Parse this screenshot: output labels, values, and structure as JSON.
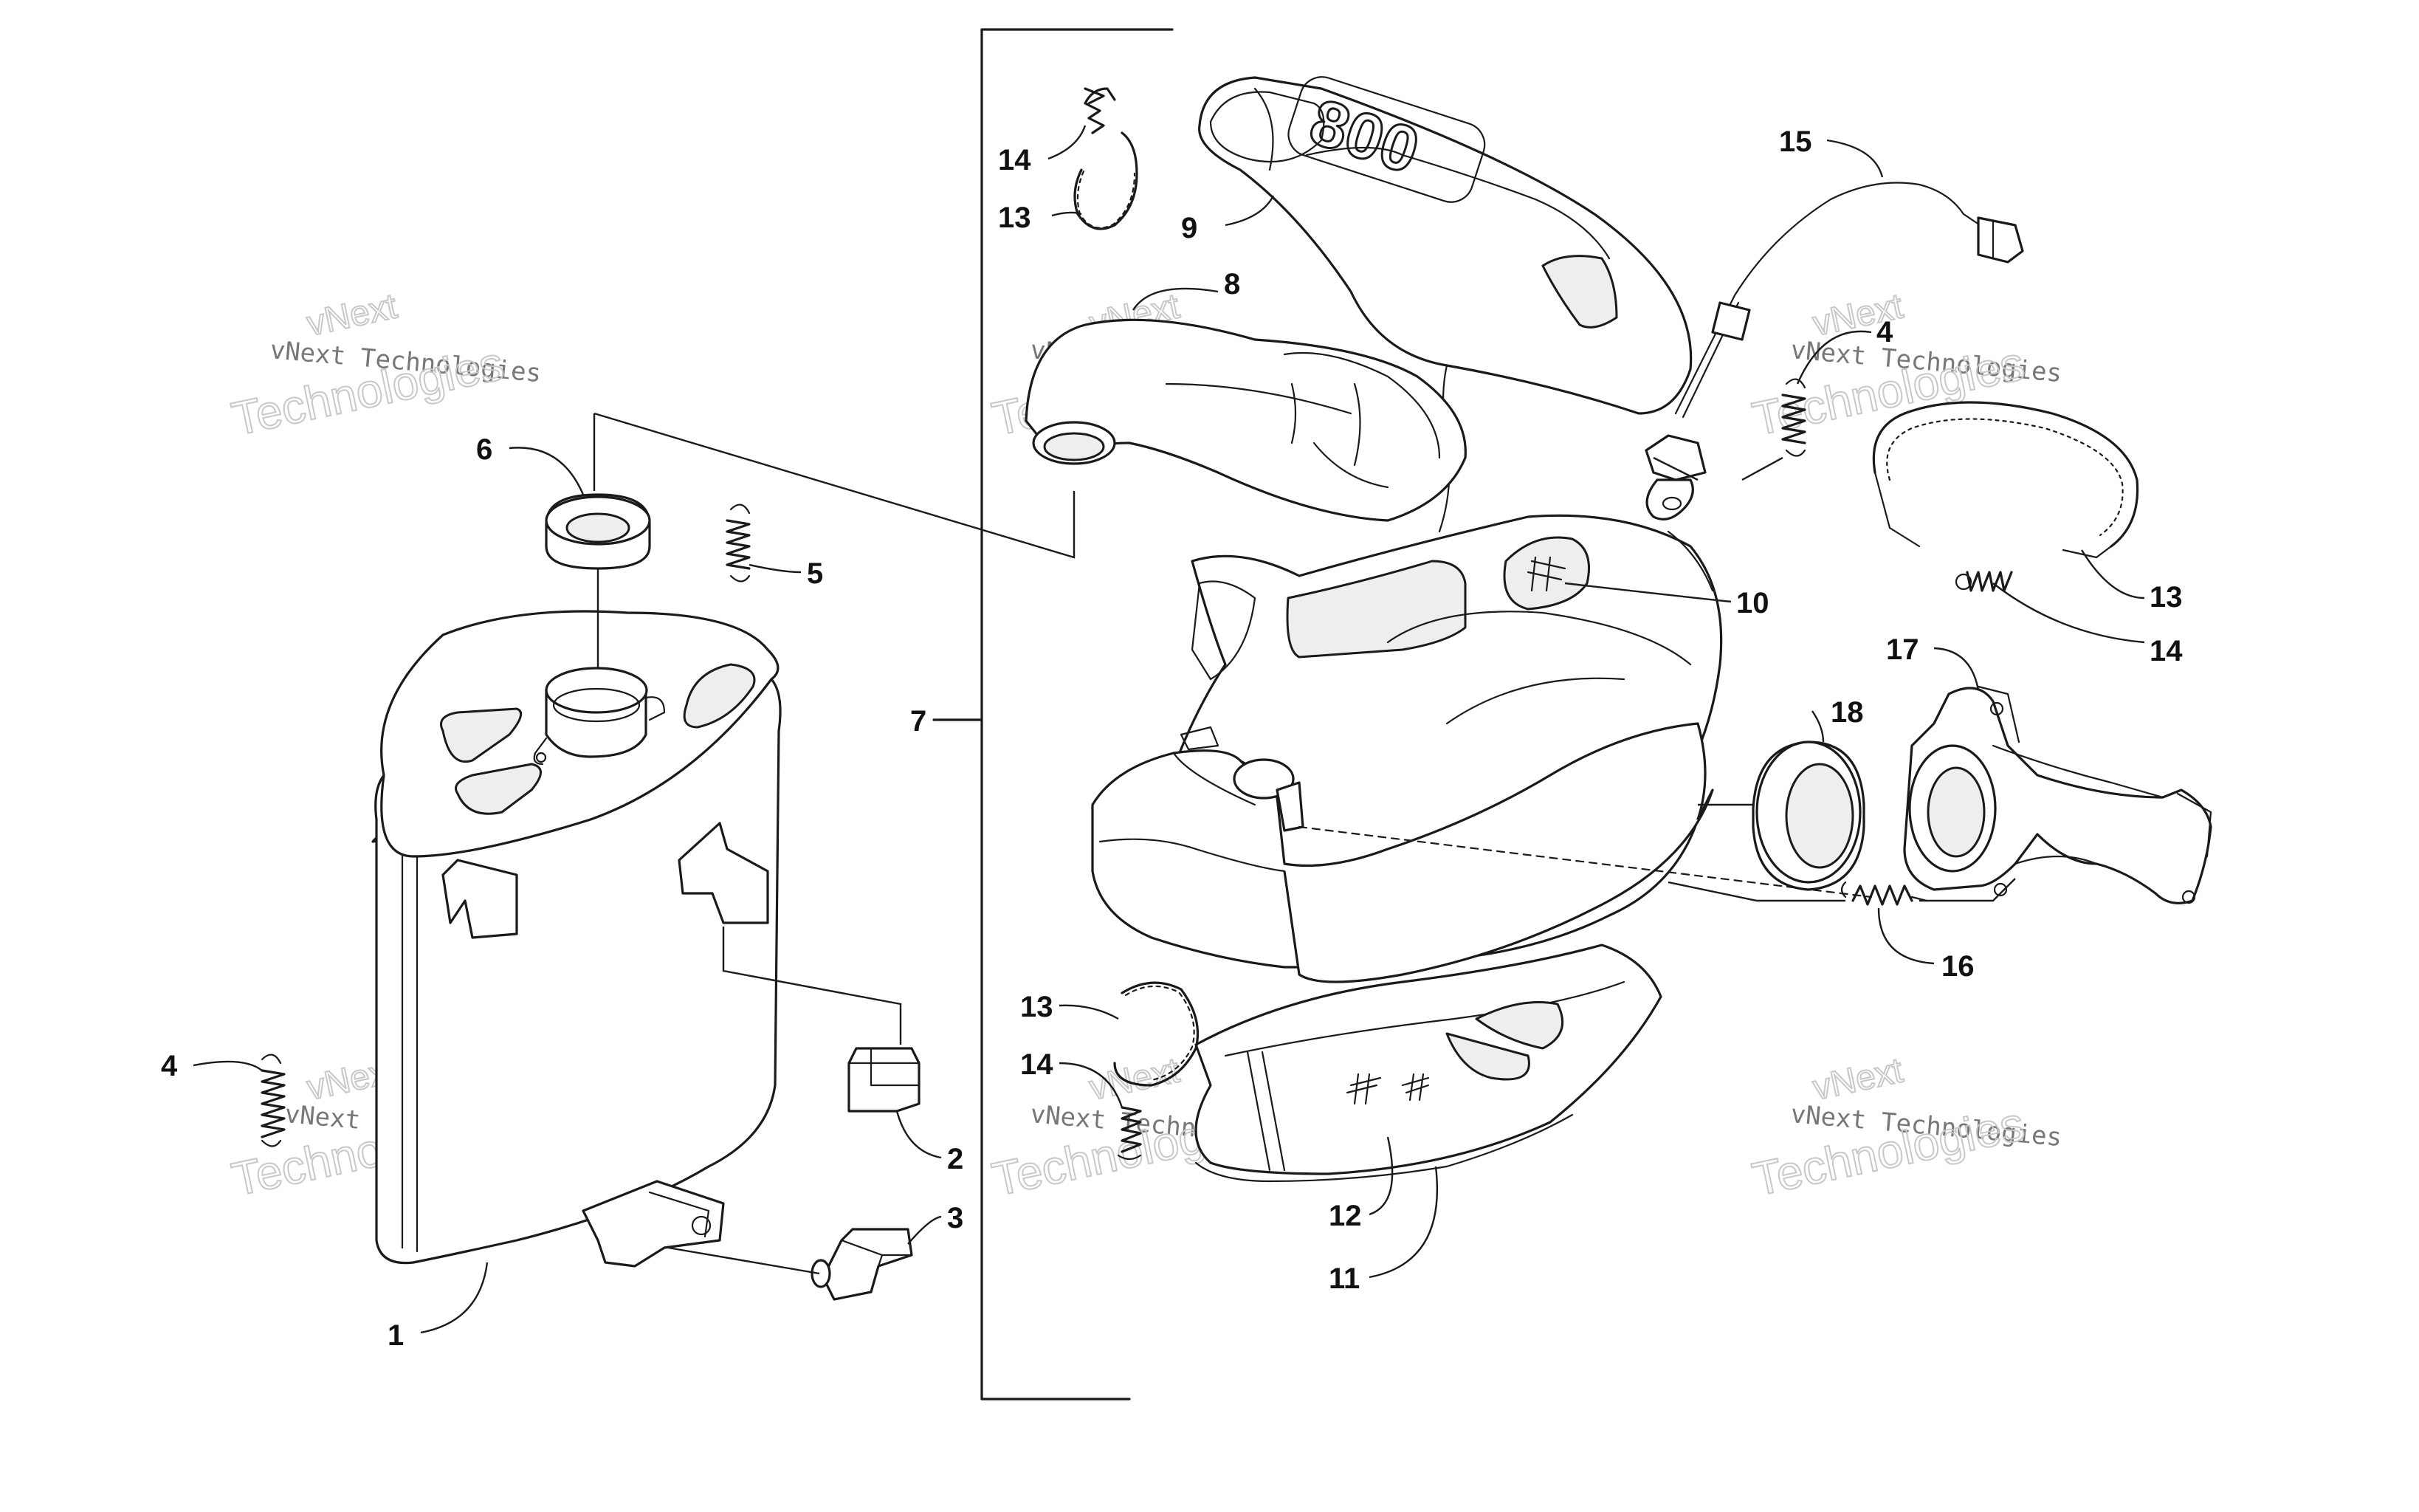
{
  "diagram": {
    "emblem_text": "800",
    "callouts": [
      {
        "id": "c1",
        "label": "1"
      },
      {
        "id": "c2",
        "label": "2"
      },
      {
        "id": "c3",
        "label": "3"
      },
      {
        "id": "c4a",
        "label": "4"
      },
      {
        "id": "c4b",
        "label": "4"
      },
      {
        "id": "c5",
        "label": "5"
      },
      {
        "id": "c6",
        "label": "6"
      },
      {
        "id": "c7",
        "label": "7"
      },
      {
        "id": "c8",
        "label": "8"
      },
      {
        "id": "c9",
        "label": "9"
      },
      {
        "id": "c10",
        "label": "10"
      },
      {
        "id": "c11",
        "label": "11"
      },
      {
        "id": "c12",
        "label": "12"
      },
      {
        "id": "c13a",
        "label": "13"
      },
      {
        "id": "c13b",
        "label": "13"
      },
      {
        "id": "c13c",
        "label": "13"
      },
      {
        "id": "c14a",
        "label": "14"
      },
      {
        "id": "c14b",
        "label": "14"
      },
      {
        "id": "c14c",
        "label": "14"
      },
      {
        "id": "c15",
        "label": "15"
      },
      {
        "id": "c16",
        "label": "16"
      },
      {
        "id": "c17",
        "label": "17"
      },
      {
        "id": "c18",
        "label": "18"
      }
    ]
  },
  "watermark": {
    "small": "vNext Technologies",
    "top": "vNext",
    "bottom": "Technologies"
  }
}
